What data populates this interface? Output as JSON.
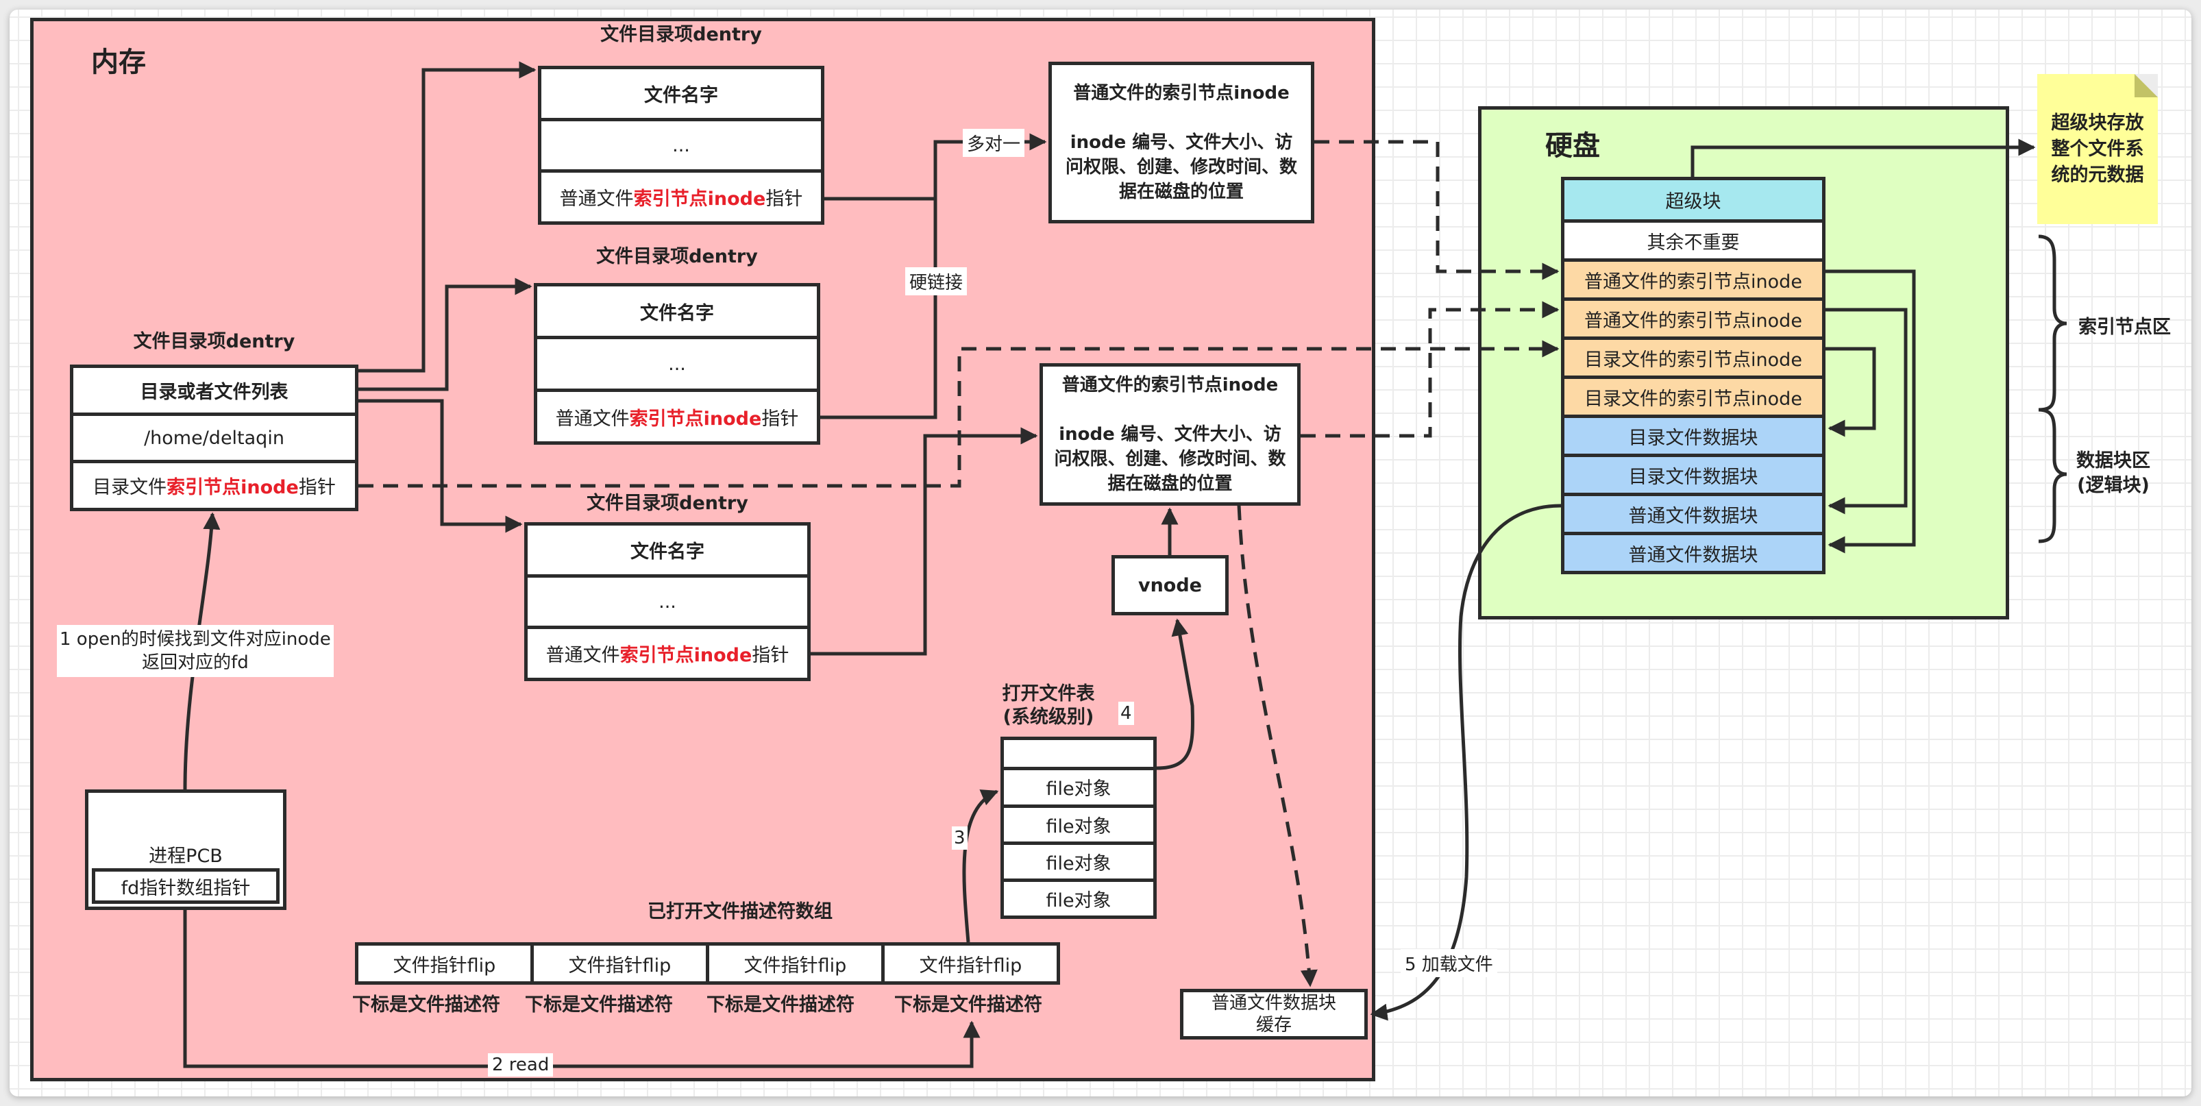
{
  "memory": {
    "title": "内存",
    "dentry_title": "文件目录项dentry",
    "dir_dentry": {
      "title": "文件目录项dentry",
      "rows": [
        "目录或者文件列表",
        "/home/deltaqin"
      ],
      "pointer": {
        "prefix": "目录文件",
        "highlight": "索引节点inode",
        "suffix": "指针"
      }
    },
    "file_dentries": [
      {
        "title": "文件目录项dentry",
        "name": "文件名字",
        "ellipsis": "...",
        "pointer": {
          "prefix": "普通文件",
          "highlight": "索引节点inode",
          "suffix": "指针"
        }
      },
      {
        "title": "文件目录项dentry",
        "name": "文件名字",
        "ellipsis": "...",
        "pointer": {
          "prefix": "普通文件",
          "highlight": "索引节点inode",
          "suffix": "指针"
        }
      },
      {
        "title": "文件目录项dentry",
        "name": "文件名字",
        "ellipsis": "...",
        "pointer": {
          "prefix": "普通文件",
          "highlight": "索引节点inode",
          "suffix": "指针"
        }
      }
    ],
    "inodes": [
      {
        "title": "普通文件的索引节点inode",
        "body": "inode 编号、文件大小、访问权限、创建、修改时间、数据在磁盘的位置"
      },
      {
        "title": "普通文件的索引节点inode",
        "body": "inode 编号、文件大小、访问权限、创建、修改时间、数据在磁盘的位置"
      }
    ],
    "edge_labels": {
      "many_to_one": "多对一",
      "hard_link": "硬链接",
      "open": "1 open的时候找到文件对应inode\n返回对应的fd",
      "open_line1": "1 open的时候找到文件对应inode",
      "open_line2": "返回对应的fd",
      "read": "2 read",
      "step3": "3",
      "step4": "4",
      "load": "5 加载文件"
    },
    "vnode": "vnode",
    "open_file_table": {
      "title_line1": "打开文件表",
      "title_line2": "(系统级别)",
      "rows": [
        "",
        "file对象",
        "file对象",
        "file对象",
        "file对象"
      ]
    },
    "process": {
      "title": "进程PCB",
      "field": "fd指针数组指针"
    },
    "fd_array": {
      "title": "已打开文件描述符数组",
      "cells": [
        "文件指针flip",
        "文件指针flip",
        "文件指针flip",
        "文件指针flip"
      ],
      "subscripts": [
        "下标是文件描述符",
        "下标是文件描述符",
        "下标是文件描述符",
        "下标是文件描述符"
      ]
    },
    "cache": {
      "line1": "普通文件数据块",
      "line2": "缓存"
    }
  },
  "disk": {
    "title": "硬盘",
    "blocks": [
      {
        "label": "超级块",
        "kind": "super",
        "color": "#a6e8ef"
      },
      {
        "label": "其余不重要",
        "kind": "other",
        "color": "#ffffff"
      },
      {
        "label": "普通文件的索引节点inode",
        "kind": "inode",
        "color": "#fdd9a5"
      },
      {
        "label": "普通文件的索引节点inode",
        "kind": "inode",
        "color": "#fdd9a5"
      },
      {
        "label": "目录文件的索引节点inode",
        "kind": "inode",
        "color": "#fdd9a5"
      },
      {
        "label": "目录文件的索引节点inode",
        "kind": "inode",
        "color": "#fdd9a5"
      },
      {
        "label": "目录文件数据块",
        "kind": "data",
        "color": "#acd4f8"
      },
      {
        "label": "目录文件数据块",
        "kind": "data",
        "color": "#acd4f8"
      },
      {
        "label": "普通文件数据块",
        "kind": "data",
        "color": "#acd4f8"
      },
      {
        "label": "普通文件数据块",
        "kind": "data",
        "color": "#acd4f8"
      }
    ],
    "inode_region_label": "索引节点区",
    "data_region_label_line1": "数据块区",
    "data_region_label_line2": "(逻辑块)"
  },
  "note": {
    "text": "超级块存放整个文件系统的元数据",
    "color": "#ffff99"
  },
  "colors": {
    "memory_bg": "#ffbcbf",
    "disk_bg": "#dfffc1",
    "highlight_red": "#e8202a",
    "line": "#2b2b2b"
  }
}
